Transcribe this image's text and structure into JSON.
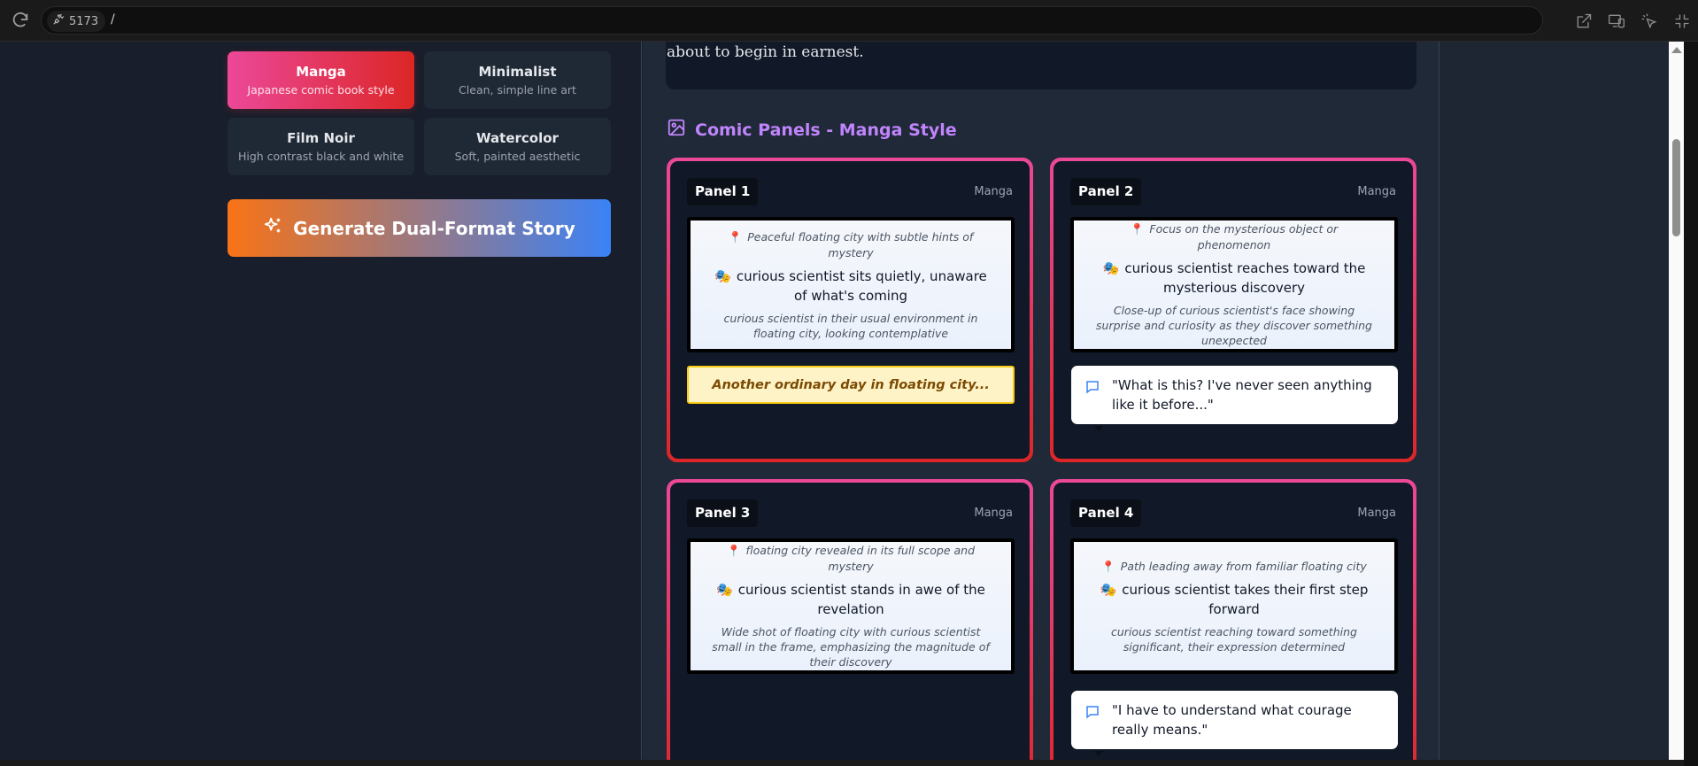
{
  "browser": {
    "port": "5173",
    "path": "/",
    "icons": [
      "reload-icon",
      "unplugged-icon",
      "open-external-icon",
      "devices-icon",
      "pointer-select-icon",
      "collapse-icon"
    ]
  },
  "styles": {
    "options": [
      {
        "name": "Manga",
        "description": "Japanese comic book style",
        "active": true
      },
      {
        "name": "Minimalist",
        "description": "Clean, simple line art",
        "active": false
      },
      {
        "name": "Film Noir",
        "description": "High contrast black and white",
        "active": false
      },
      {
        "name": "Watercolor",
        "description": "Soft, painted aesthetic",
        "active": false
      }
    ]
  },
  "generate_button": {
    "label": "Generate Dual-Format Story",
    "icon": "sparkles-icon"
  },
  "story": {
    "visible_text": "about to begin in earnest."
  },
  "comic": {
    "section_title": "Comic Panels - Manga Style",
    "section_icon": "image-icon",
    "panels": [
      {
        "label": "Panel 1",
        "style": "Manga",
        "setting": "Peaceful floating city with subtle hints of mystery",
        "action": "curious scientist sits quietly, unaware of what's coming",
        "description": "curious scientist in their usual environment in floating city, looking contemplative",
        "caption": "Another ordinary day in floating city..."
      },
      {
        "label": "Panel 2",
        "style": "Manga",
        "setting": "Focus on the mysterious object or phenomenon",
        "action": "curious scientist reaches toward the mysterious discovery",
        "description": "Close-up of curious scientist's face showing surprise and curiosity as they discover something unexpected",
        "dialogue": "\"What is this? I've never seen anything like it before...\""
      },
      {
        "label": "Panel 3",
        "style": "Manga",
        "setting": "floating city revealed in its full scope and mystery",
        "action": "curious scientist stands in awe of the revelation",
        "description": "Wide shot of floating city with curious scientist small in the frame, emphasizing the magnitude of their discovery"
      },
      {
        "label": "Panel 4",
        "style": "Manga",
        "setting": "Path leading away from familiar floating city",
        "action": "curious scientist takes their first step forward",
        "description": "curious scientist reaching toward something significant, their expression determined",
        "dialogue": "\"I have to understand what courage really means.\""
      }
    ],
    "emoji": {
      "setting": "📍",
      "action": "🎭"
    }
  },
  "colors": {
    "manga_gradient": [
      "#ec4899",
      "#dc2626"
    ],
    "generate_gradient": [
      "#f97316",
      "#3b82f6"
    ],
    "section_title": "#c084fc",
    "caption_bg": "#fef3c7",
    "caption_border": "#facc15"
  }
}
